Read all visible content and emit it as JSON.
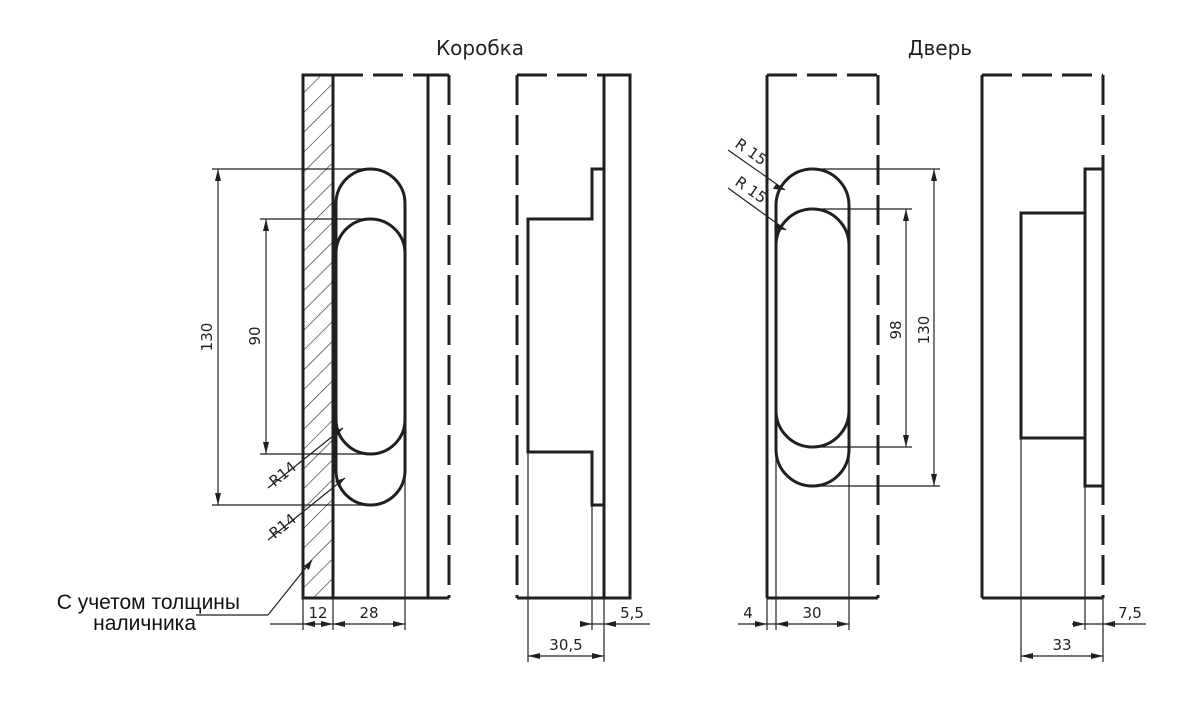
{
  "titles": {
    "frame": "Коробка",
    "door": "Дверь"
  },
  "note": {
    "line1": "С учетом толщины",
    "line2": "наличника"
  },
  "dimensions": {
    "frame_front": {
      "height_outer": "130",
      "height_inner": "90",
      "radius_a": "R14",
      "radius_b": "R14",
      "width_trim": "12",
      "width_body": "28"
    },
    "frame_side": {
      "depth": "30,5",
      "plate": "5,5"
    },
    "door_front": {
      "radius_a": "R 15",
      "radius_b": "R 15",
      "height_inner": "98",
      "height_outer": "130",
      "offset": "4",
      "width_body": "30"
    },
    "door_side": {
      "depth": "33",
      "plate": "7,5"
    }
  },
  "colors": {
    "line": "#231f20",
    "background": "#ffffff"
  }
}
